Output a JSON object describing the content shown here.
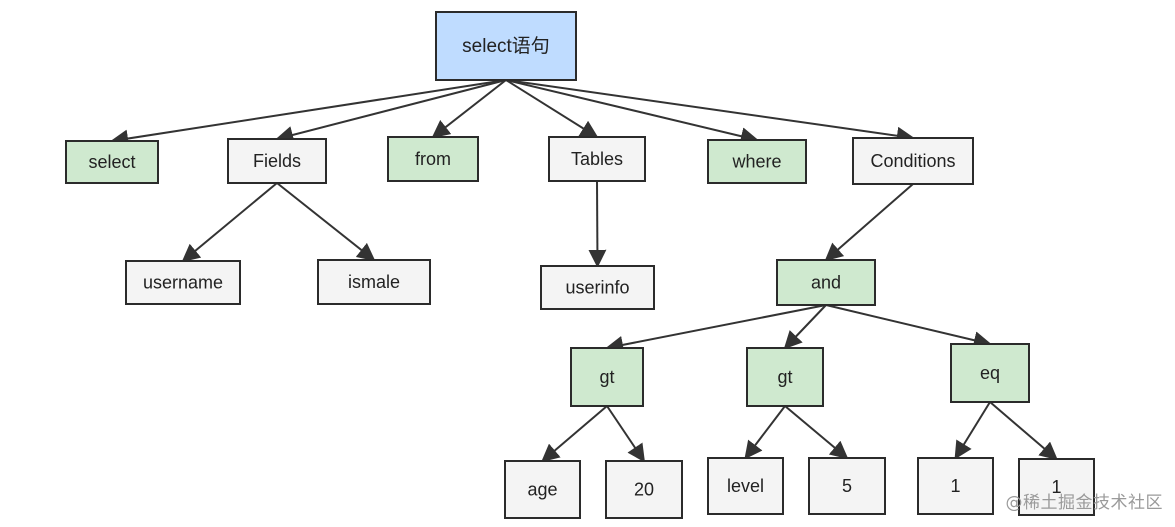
{
  "diagram": {
    "colors": {
      "root_fill": "#bfdcff",
      "keyword_fill": "#cfe9cf",
      "plain_fill": "#f4f4f4",
      "stroke": "#2b2b2b",
      "edge": "#333333"
    },
    "nodes": [
      {
        "id": "root",
        "label": "select语句",
        "style": "root"
      },
      {
        "id": "select",
        "label": "select",
        "style": "keyword"
      },
      {
        "id": "fields",
        "label": "Fields",
        "style": "plain"
      },
      {
        "id": "from",
        "label": "from",
        "style": "keyword"
      },
      {
        "id": "tables",
        "label": "Tables",
        "style": "plain"
      },
      {
        "id": "where",
        "label": "where",
        "style": "keyword"
      },
      {
        "id": "conditions",
        "label": "Conditions",
        "style": "plain"
      },
      {
        "id": "username",
        "label": "username",
        "style": "plain"
      },
      {
        "id": "ismale",
        "label": "ismale",
        "style": "plain"
      },
      {
        "id": "userinfo",
        "label": "userinfo",
        "style": "plain"
      },
      {
        "id": "and",
        "label": "and",
        "style": "keyword"
      },
      {
        "id": "gt1",
        "label": "gt",
        "style": "keyword"
      },
      {
        "id": "gt2",
        "label": "gt",
        "style": "keyword"
      },
      {
        "id": "eq",
        "label": "eq",
        "style": "keyword"
      },
      {
        "id": "age",
        "label": "age",
        "style": "plain"
      },
      {
        "id": "v20",
        "label": "20",
        "style": "plain"
      },
      {
        "id": "level",
        "label": "level",
        "style": "plain"
      },
      {
        "id": "v5",
        "label": "5",
        "style": "plain"
      },
      {
        "id": "one_a",
        "label": "1",
        "style": "plain"
      },
      {
        "id": "one_b",
        "label": "1",
        "style": "plain"
      }
    ],
    "edges": [
      [
        "root",
        "select"
      ],
      [
        "root",
        "fields"
      ],
      [
        "root",
        "from"
      ],
      [
        "root",
        "tables"
      ],
      [
        "root",
        "where"
      ],
      [
        "root",
        "conditions"
      ],
      [
        "fields",
        "username"
      ],
      [
        "fields",
        "ismale"
      ],
      [
        "tables",
        "userinfo"
      ],
      [
        "conditions",
        "and"
      ],
      [
        "and",
        "gt1"
      ],
      [
        "and",
        "gt2"
      ],
      [
        "and",
        "eq"
      ],
      [
        "gt1",
        "age"
      ],
      [
        "gt1",
        "v20"
      ],
      [
        "gt2",
        "level"
      ],
      [
        "gt2",
        "v5"
      ],
      [
        "eq",
        "one_a"
      ],
      [
        "eq",
        "one_b"
      ]
    ]
  },
  "watermark": "@稀土掘金技术社区"
}
